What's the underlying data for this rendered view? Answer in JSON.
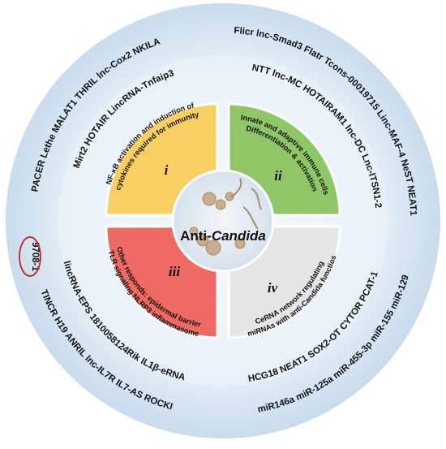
{
  "center": {
    "prefix": "Anti-",
    "italic": "Candida"
  },
  "quadrants": {
    "i": {
      "numeral": "i",
      "line1": "NF-κB activation and induction of",
      "line2": "cytokines required for immunity",
      "color": "#f8cf63"
    },
    "ii": {
      "numeral": "ii",
      "line1": "Innate and adaptive immune cells",
      "line2": "Differentiation & activation",
      "color": "#8fc766"
    },
    "iii": {
      "numeral": "iii",
      "line1": "Other responds: epidermal barrier",
      "line2": "TLR signaling NLRP3 inflammasome",
      "color": "#ee6a62"
    },
    "iv": {
      "numeral": "iv",
      "line1": "CeRNA network regulating",
      "line2": "miRNAs with anti-Candida functios",
      "color": "#e6e6e6"
    }
  },
  "outer_ring": {
    "top_left_outer": "PACER  Lethe  MALAT1  THRIL  lnc-Cox2  NKILA",
    "top_left_inner": "Mirt2  HOTAIR  LincRNA-Tnfaip3",
    "top_right_outer": "Flicr  lnc-Smad3  Flatr  Tcons-00019715  Linc-MAF-4  NeST  NEAT1",
    "top_right_inner": "NTT  lnc-MC  HOTAIRAM1  lnc-DC  Lnc-ITSN1-2",
    "bottom_left_outer": "TINCR  H19  ANRIL  lnc-IL7R  IL7-AS  ROCKI",
    "bottom_left_outer_circled": "9708-1",
    "bottom_left_inner": "lincRNA-EPS  1810058124Rik  IL1β-eRNA",
    "bottom_right_outer": "miR146a  miR-125a  miR-455-3p  miR-155  miR-129",
    "bottom_right_inner": "HCG18  NEAT1  SOX2-OT  CYTOR  PCAT-1"
  },
  "colors": {
    "ring_outer": "#c3daee",
    "ring_inner": "#e3eef8",
    "center": "#dfe8f0",
    "circle_mark": "#cc1f1f"
  }
}
